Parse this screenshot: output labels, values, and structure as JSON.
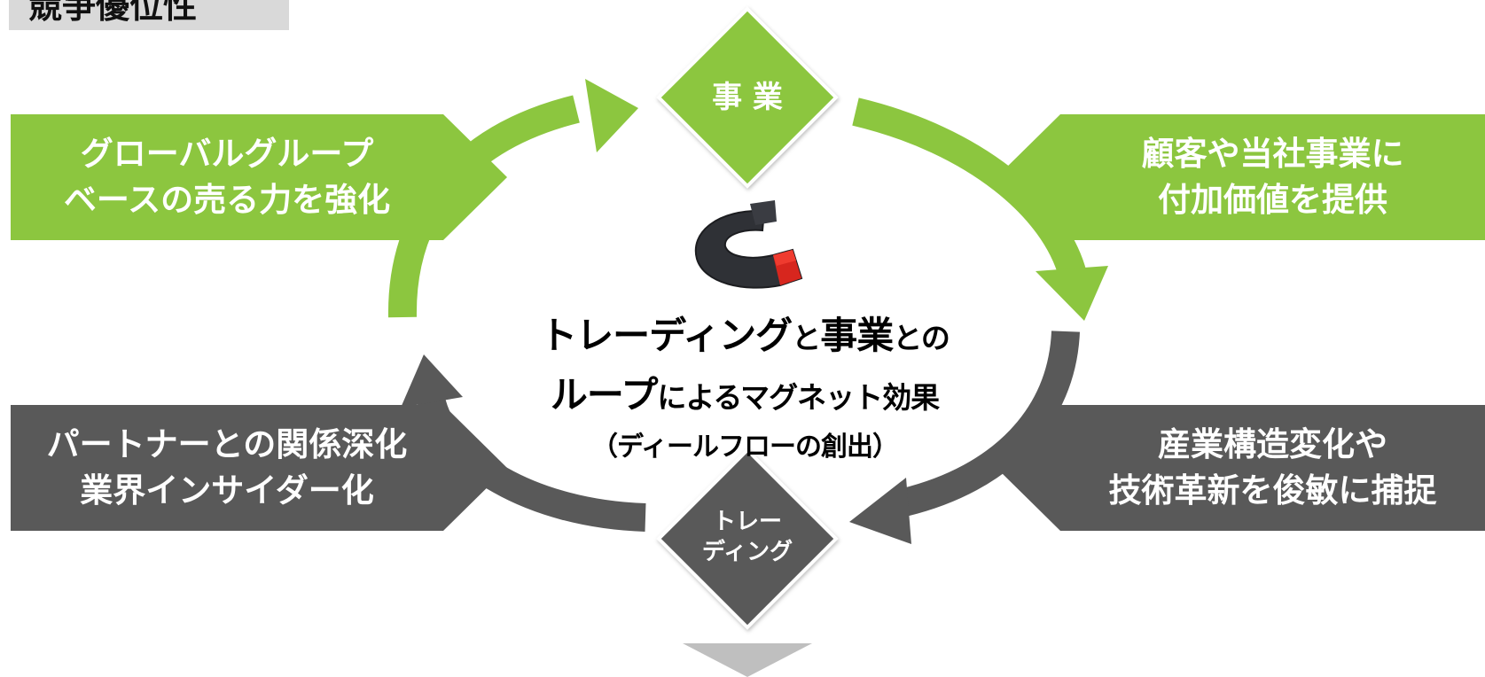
{
  "title": "競争優位性",
  "top_left_panel": {
    "line1": "グローバルグループ",
    "line2": "ベースの売る力を強化"
  },
  "top_right_panel": {
    "line1": "顧客や当社事業に",
    "line2": "付加価値を提供"
  },
  "bottom_left_panel": {
    "line1": "パートナーとの関係深化",
    "line2": "業界インサイダー化"
  },
  "bottom_right_panel": {
    "line1": "産業構造変化や",
    "line2": "技術革新を俊敏に捕捉"
  },
  "top_diamond": {
    "label": "事 業"
  },
  "bottom_diamond": {
    "line1": "トレー",
    "line2": "ディング"
  },
  "center": {
    "part1": "トレーディング",
    "part2": "と",
    "part3": "事業",
    "part4": "との",
    "part5": "ループ",
    "part6": "によるマグネット効果",
    "line3": "（ディールフローの創出）"
  },
  "icons": {
    "center": "magnet-icon"
  },
  "colors": {
    "green": "#8cc63f",
    "dark": "#595959",
    "title_bg": "#d9d9d9",
    "chevron": "#bfbfbf"
  }
}
